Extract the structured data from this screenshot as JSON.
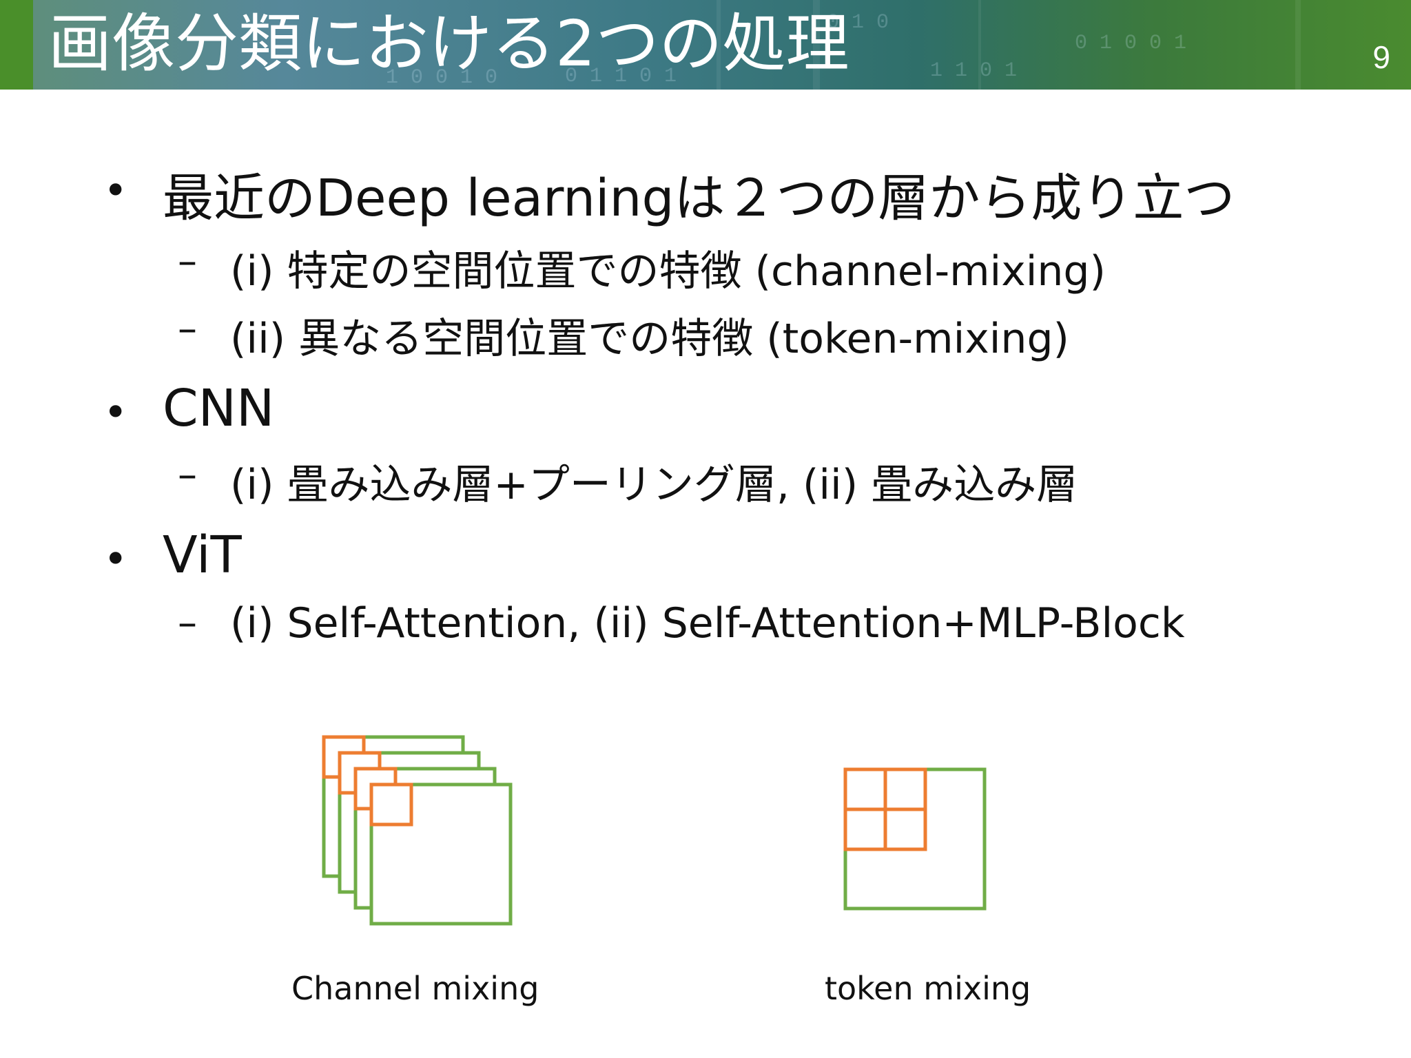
{
  "header": {
    "title": "画像分類における2つの処理",
    "page_number": "9"
  },
  "bullets": [
    {
      "level": 1,
      "mark": "•",
      "text": "最近のDeep learningは２つの層から成り立つ"
    },
    {
      "level": 2,
      "mark": "–",
      "text": "(i) 特定の空間位置での特徴 (channel-mixing)"
    },
    {
      "level": 2,
      "mark": "–",
      "text": "(ii) 異なる空間位置での特徴 (token-mixing)"
    },
    {
      "level": 1,
      "mark": "•",
      "text": "CNN"
    },
    {
      "level": 2,
      "mark": "–",
      "text": "(i) 畳み込み層+プーリング層, (ii) 畳み込み層"
    },
    {
      "level": 1,
      "mark": "•",
      "text": "ViT"
    },
    {
      "level": 2,
      "mark": "–",
      "text": "(i) Self-Attention, (ii) Self-Attention+MLP-Block"
    }
  ],
  "diagrams": {
    "channel_label": "Channel mixing",
    "token_label": "token mixing",
    "colors": {
      "green": "#70ad47",
      "orange": "#ed7d31"
    }
  }
}
